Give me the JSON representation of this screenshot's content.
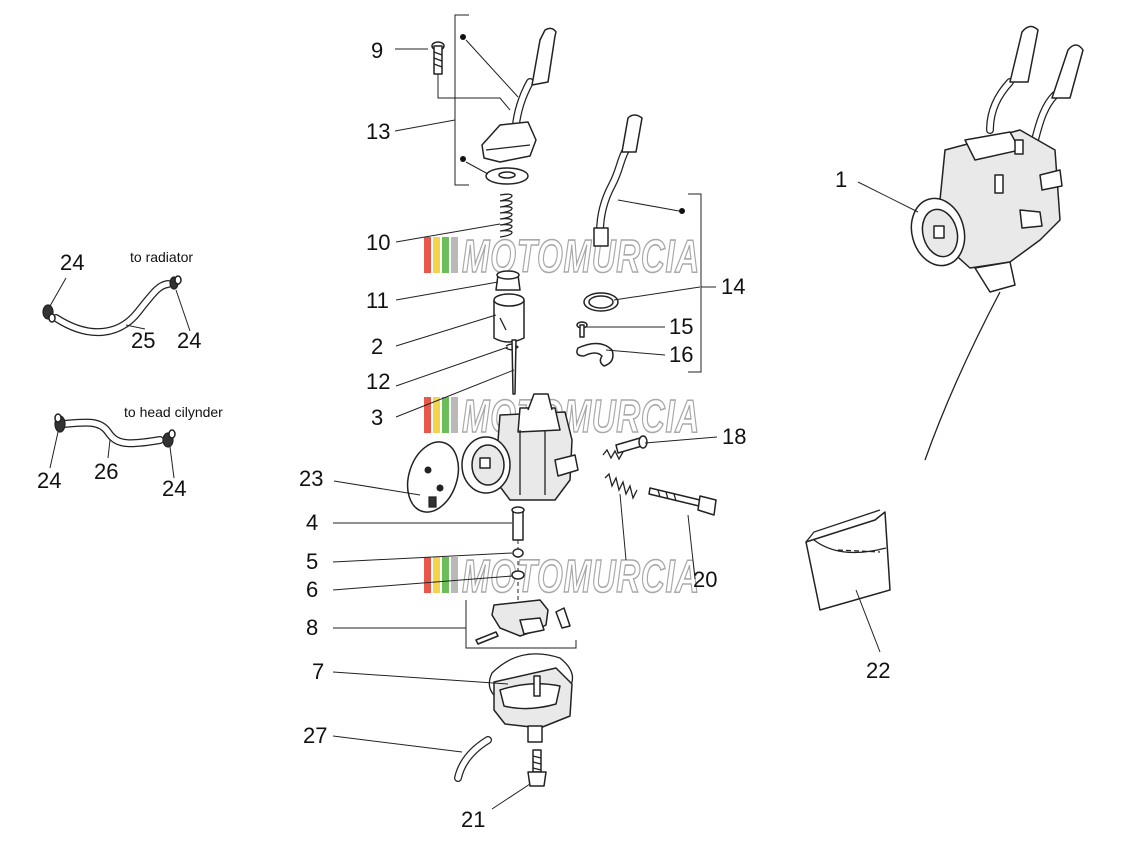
{
  "diagram": {
    "callouts": {
      "c1": "1",
      "c2": "2",
      "c3": "3",
      "c4": "4",
      "c5": "5",
      "c6": "6",
      "c7": "7",
      "c8": "8",
      "c9": "9",
      "c10": "10",
      "c11": "11",
      "c12": "12",
      "c13": "13",
      "c14": "14",
      "c15": "15",
      "c16": "16",
      "c18": "18",
      "c20": "20",
      "c21": "21",
      "c22": "22",
      "c23": "23",
      "c24a": "24",
      "c24b": "24",
      "c24c": "24",
      "c24d": "24",
      "c25": "25",
      "c26": "26",
      "c27": "27"
    },
    "notes": {
      "to_radiator": "to radiator",
      "to_head_cylinder": "to head cilynder"
    },
    "watermark": {
      "text": "MOTOMURCIA",
      "colors": [
        "#e8584a",
        "#f2d54a",
        "#6bbf59",
        "#b9b9b9"
      ]
    }
  }
}
